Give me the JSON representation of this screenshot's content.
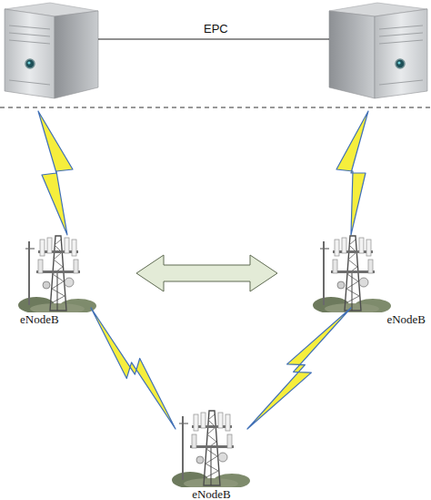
{
  "diagram": {
    "nodes": [
      {
        "text": [
          "eNodeB"
        ]
      },
      {
        "text": [
          "eNodeB"
        ]
      },
      {
        "text": [
          "eNodeB"
        ]
      }
    ],
    "edges": [
      {
        "from": 0,
        "to": 1,
        "arrow": "both"
      },
      {
        "from": 0,
        "to": 2,
        "arrow": "none"
      },
      {
        "from": 1,
        "to": 2,
        "arrow": "none"
      }
    ],
    "labels": [
      "EPC"
    ]
  }
}
